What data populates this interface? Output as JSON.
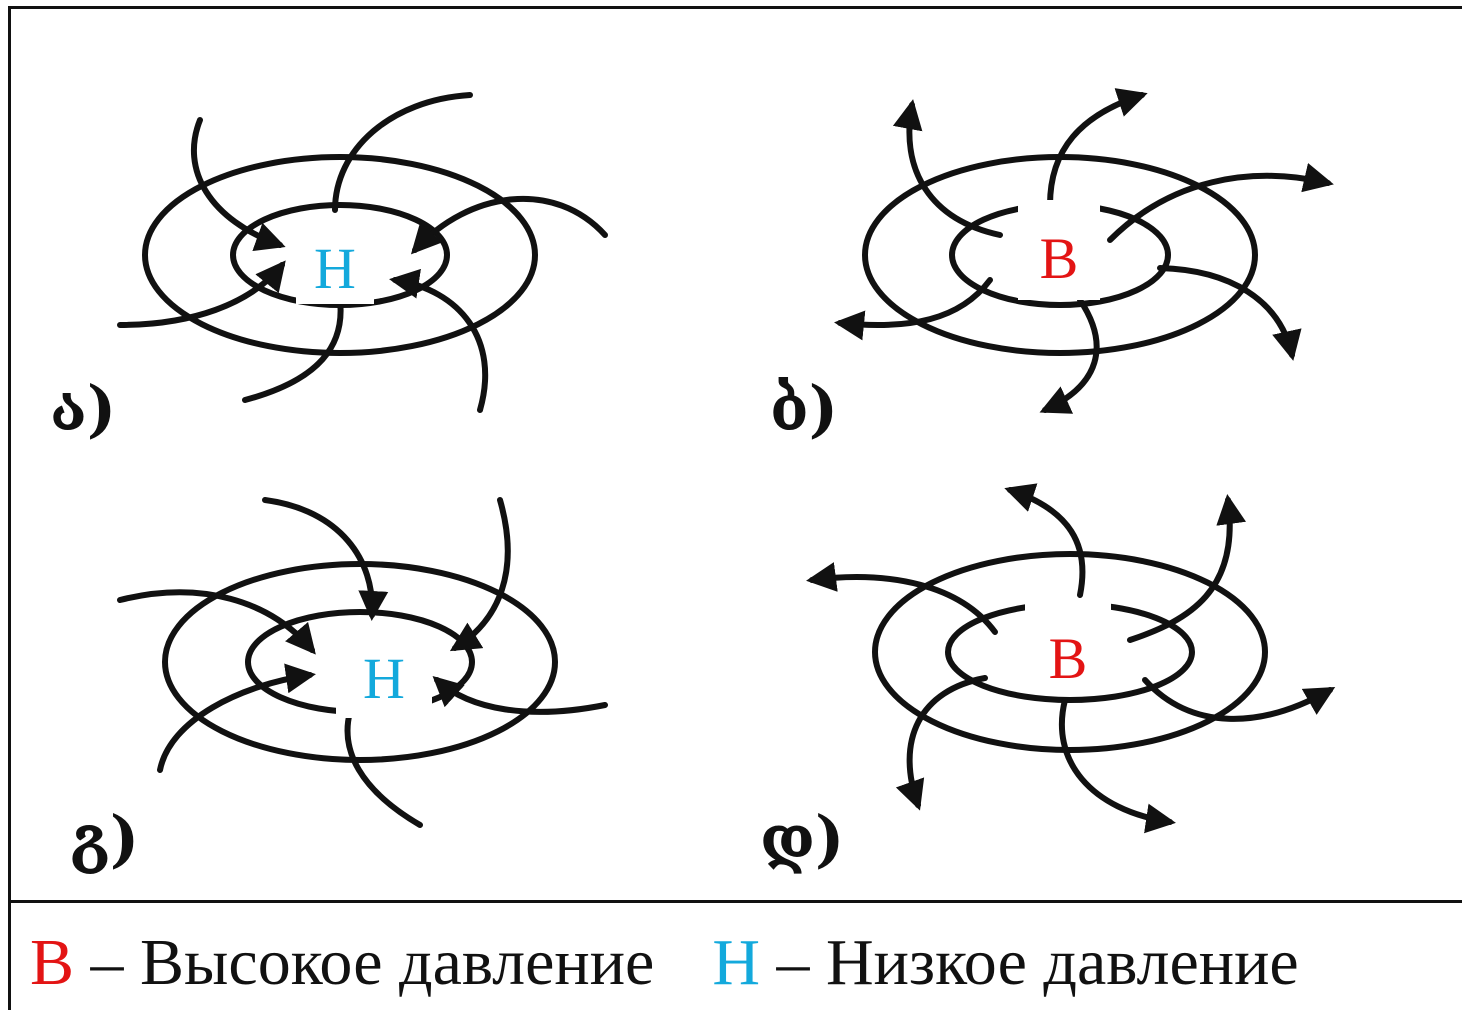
{
  "panels": [
    {
      "label": "ა)",
      "center_symbol": "Н"
    },
    {
      "label": "ბ)",
      "center_symbol": "В"
    },
    {
      "label": "გ)",
      "center_symbol": "Н"
    },
    {
      "label": "დ)",
      "center_symbol": "В"
    }
  ],
  "legend": {
    "high_symbol": "В",
    "high_text": " – Высокое давление",
    "low_symbol": "Н",
    "low_text": " – Низкое давление"
  },
  "colors": {
    "high": "#e31414",
    "low": "#13a9dc",
    "ink": "#111111"
  }
}
